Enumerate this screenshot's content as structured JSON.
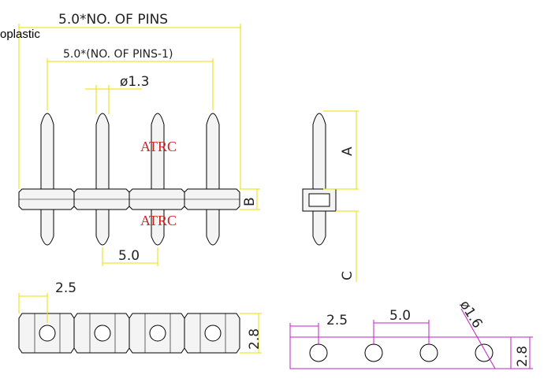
{
  "labels": {
    "total_width": "5.0*NO. OF PINS",
    "pitch_span": "5.0*(NO. OF PINS-1)",
    "pin_diameter": "ø1.3",
    "pitch": "5.0",
    "dim_a": "A",
    "dim_b": "B",
    "dim_c": "C",
    "edge_offset": "2.5",
    "body_height": "2.8",
    "pcb_edge_offset": "2.5",
    "pcb_pitch": "5.0",
    "hole_diameter": "ø1.6",
    "pcb_height": "2.8",
    "material_partial": "oplastic"
  },
  "watermarks": {
    "upper": "ATRC",
    "lower": "ATRC"
  },
  "colors": {
    "dimension_line": "#e8e000",
    "pcb_outline": "#c020c0",
    "part_outline": "#000000",
    "watermark": "#cc2222",
    "body_fill": "#f4f4f4"
  }
}
